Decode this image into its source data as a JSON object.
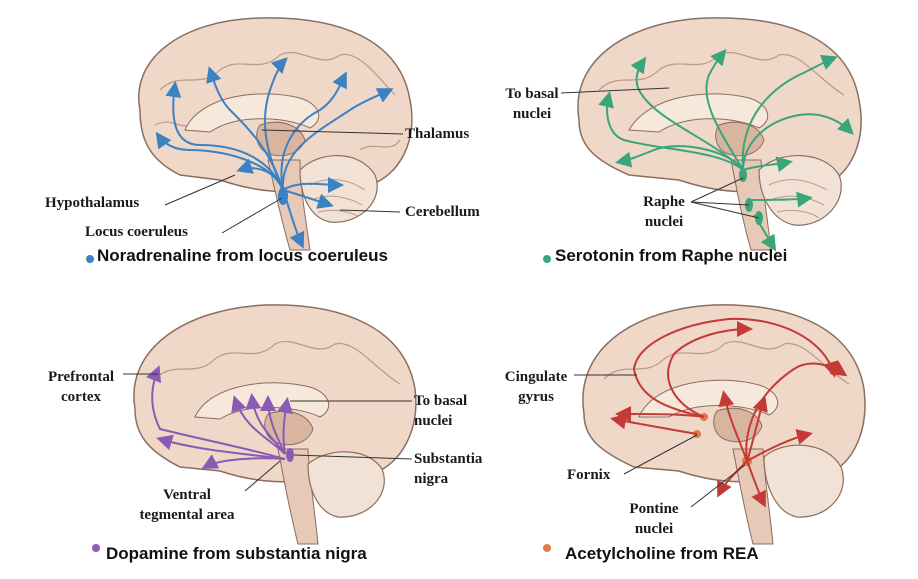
{
  "colors": {
    "noradrenaline": "#3b82c4",
    "serotonin": "#3aa57a",
    "dopamine": "#8a5ab5",
    "acetylcholine": "#c43a36",
    "brain_fill": "#efd8c8",
    "brain_outline": "#8a6e60"
  },
  "panels": [
    {
      "id": "noradrenaline",
      "caption": "Noradrenaline from locus coeruleus",
      "labels": {
        "thalamus": "Thalamus",
        "hypothalamus": "Hypothalamus",
        "cerebellum": "Cerebellum",
        "locus_coeruleus": "Locus coeruleus"
      }
    },
    {
      "id": "serotonin",
      "caption": "Serotonin from Raphe nuclei",
      "labels": {
        "to_basal_1": "To basal",
        "to_basal_2": "nuclei",
        "raphe_1": "Raphe",
        "raphe_2": "nuclei"
      }
    },
    {
      "id": "dopamine",
      "caption": "Dopamine from substantia nigra",
      "labels": {
        "prefrontal_1": "Prefrontal",
        "prefrontal_2": "cortex",
        "to_basal_1": "To basal",
        "to_basal_2": "nuclei",
        "substantia_1": "Substantia",
        "substantia_2": "nigra",
        "ventral_1": "Ventral",
        "ventral_2": "tegmental area"
      }
    },
    {
      "id": "acetylcholine",
      "caption": "Acetylcholine from REA",
      "labels": {
        "cingulate_1": "Cingulate",
        "cingulate_2": "gyrus",
        "fornix": "Fornix",
        "pontine_1": "Pontine",
        "pontine_2": "nuclei"
      }
    }
  ]
}
